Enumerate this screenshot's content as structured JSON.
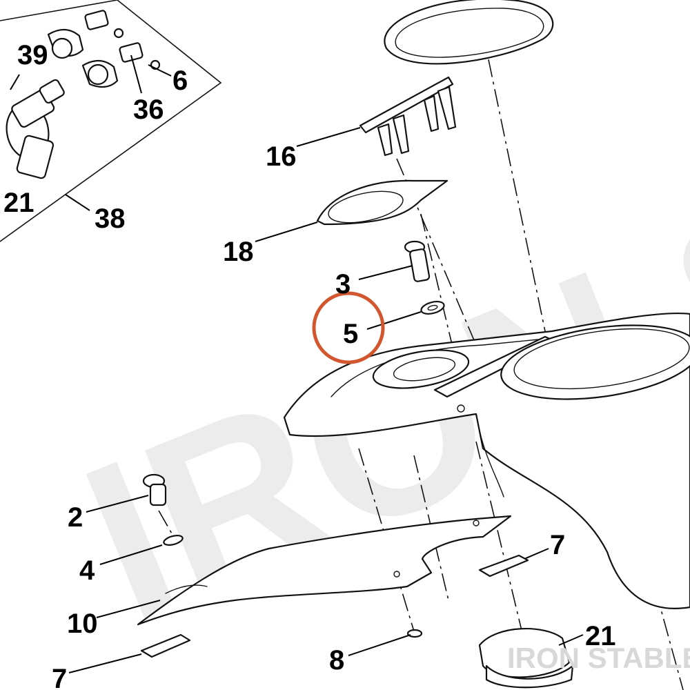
{
  "watermark": {
    "large": "IRON STABLE",
    "small": "IRON STABLE"
  },
  "highlight": {
    "part_number": "5",
    "ring_color": "#d2572f"
  },
  "callouts": {
    "c39": "39",
    "c6": "6",
    "c36": "36",
    "c21a": "21",
    "c38": "38",
    "c16": "16",
    "c18": "18",
    "c3": "3",
    "c5": "5",
    "c2": "2",
    "c4": "4",
    "c10": "10",
    "c7a": "7",
    "c7b": "7",
    "c8": "8",
    "c21b": "21"
  },
  "icons": [
    "key-icon",
    "lock-cylinder-icon",
    "screw-icon",
    "washer-icon",
    "clip-icon"
  ]
}
